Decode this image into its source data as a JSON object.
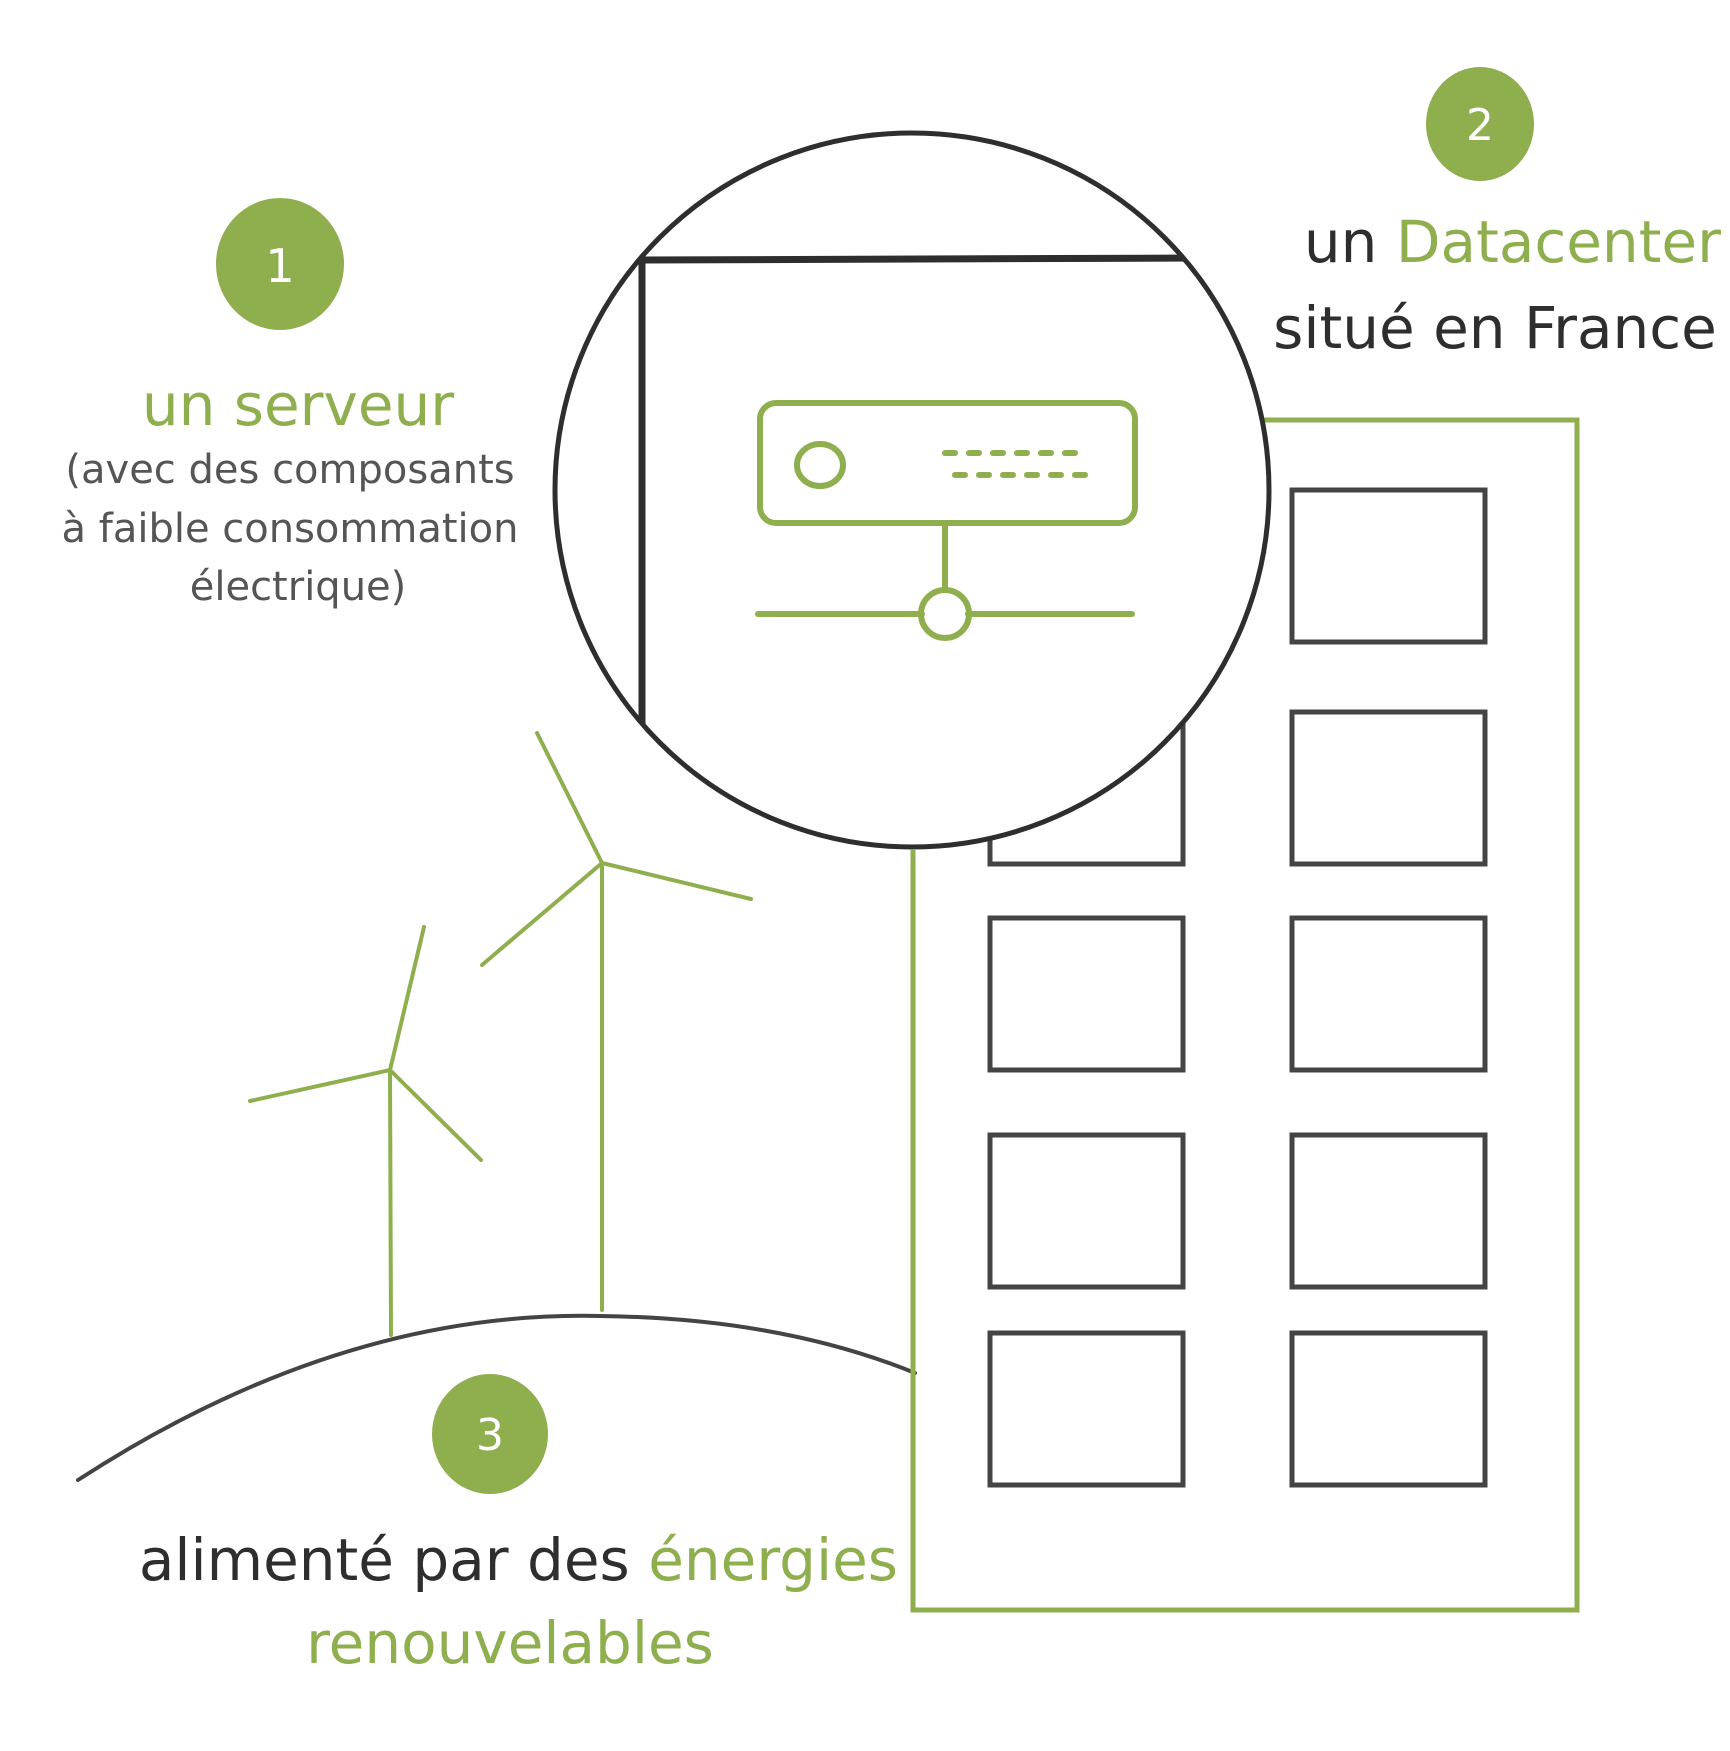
{
  "colors": {
    "green": "#8fae4e",
    "dark": "#2e2e2e",
    "grey": "#555555",
    "background": "#ffffff"
  },
  "steps": [
    {
      "number": "1",
      "title": "un serveur",
      "lines": [
        "(avec des composants",
        "à faible consommation",
        "électrique)"
      ]
    },
    {
      "number": "2",
      "line1_prefix": "un ",
      "line1_highlight": "Datacenter",
      "line2": "situé en France"
    },
    {
      "number": "3",
      "line1_prefix": "alimenté par des ",
      "line1_highlight": "énergies",
      "line2": "renouvelables"
    }
  ],
  "illustrations": {
    "magnifier_icon": "server-icon",
    "building_icon": "datacenter-building-icon",
    "turbine_icon": "wind-turbine-icon",
    "hill_icon": "hill-icon"
  }
}
